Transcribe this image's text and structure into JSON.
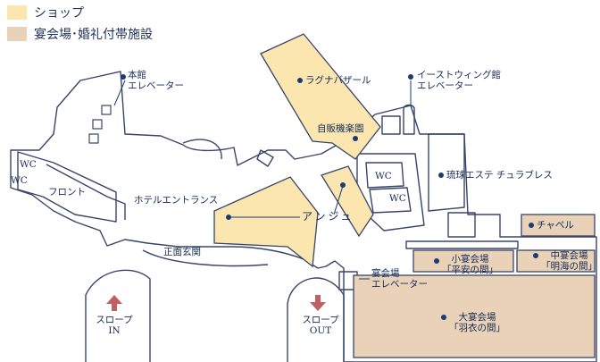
{
  "legend": [
    {
      "label": "ショップ",
      "color": "#fbe6b0"
    },
    {
      "label": "宴会場･婚礼付帯施設",
      "color": "#e9d2b8"
    }
  ],
  "colors": {
    "outline": "#38456a",
    "text": "#142a55",
    "marker": "#1d3a78",
    "arrow": "#c06060"
  },
  "labels": {
    "honkan_elevator": "本館\nエレベーター",
    "eastwing_elevator": "イーストウィング館\nエレベーター",
    "laguna_bazaar": "ラグナバザール",
    "vending": "自販機楽園",
    "ryukyu_esthe": "琉球エステ チュラブレス",
    "wc_left_1": "WC",
    "wc_left_2": "WC",
    "wc_center_1": "WC",
    "wc_center_2": "WC",
    "front": "フロント",
    "hotel_entrance": "ホテルエントランス",
    "anju": "アンジュ",
    "chapel": "チャペル",
    "small_hall": "小宴会場\n「平安の間」",
    "medium_hall": "中宴会場\n「明海の間」",
    "main_entrance": "正面玄関",
    "banquet_elevator": "宴会場\nエレベーター",
    "grand_hall": "大宴会場\n「羽衣の間」",
    "slope_in": "スロープ\nIN",
    "slope_out": "スロープ\nOUT"
  }
}
